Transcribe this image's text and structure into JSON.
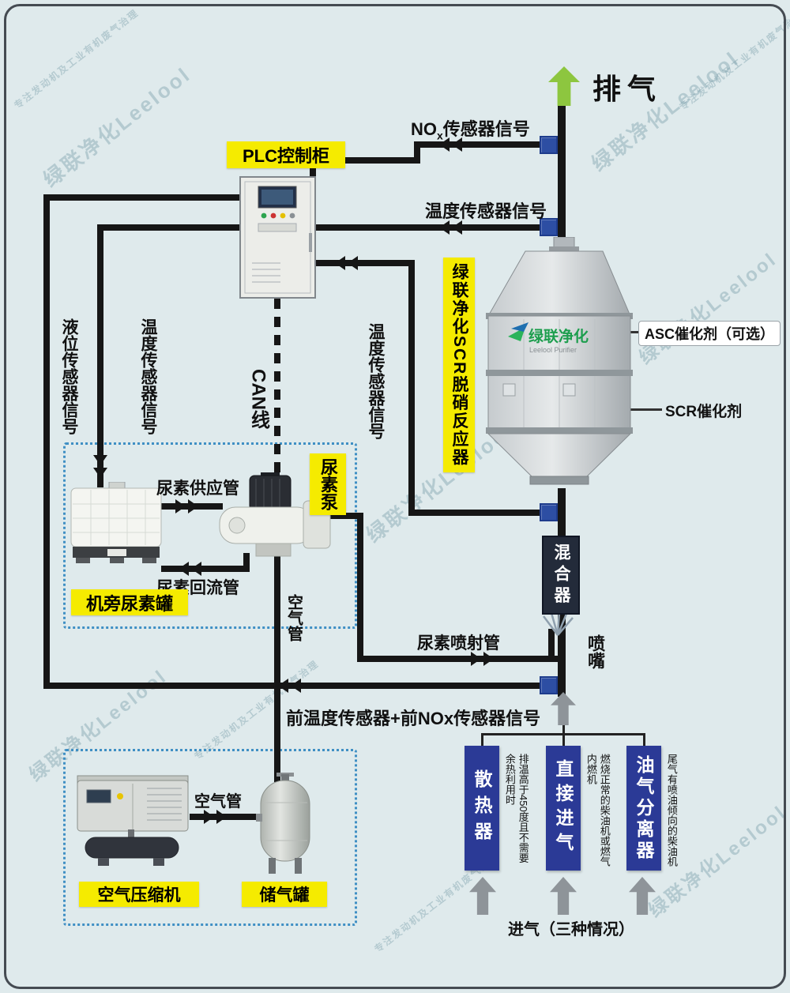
{
  "watermark": {
    "brand": "绿联净化Leelool",
    "slogan": "专注发动机及工业有机废气治理"
  },
  "exhaust_label": "排气",
  "intake_label": "进气（三种情况）",
  "plc": {
    "label": "PLC控制柜"
  },
  "signals": {
    "nox_pre": "NO",
    "nox_sub": "x",
    "nox_post": "传感器信号",
    "temp_top": "温度传感器信号",
    "temp_mid": "温度传感器信号",
    "level_left": "液位传感器信号",
    "temp_left": "温度传感器信号",
    "can_bus": "CAN线",
    "front_combined": "前温度传感器+前NOx传感器信号"
  },
  "reactor": {
    "side_label": "绿联净化SCR脱硝反应器",
    "logo_cn": "绿联净化",
    "logo_en": "Leelool Purifier",
    "asc_label": "ASC催化剂（可选）",
    "scr_label": "SCR催化剂",
    "mixer_label": "混合器",
    "nozzle_label": "喷嘴"
  },
  "urea": {
    "supply_label": "尿素供应管",
    "pump_label": "尿素泵",
    "return_label": "尿素回流管",
    "tank_label": "机旁尿素罐",
    "inject_label": "尿素喷射管"
  },
  "air": {
    "pipe_vertical_label": "空气管",
    "pipe_horizontal_label": "空气管",
    "compressor_label": "空气压缩机",
    "tank_label": "储气罐"
  },
  "intake_options": [
    {
      "name": "散热器",
      "note": "排温高于450度且不需要余热利用时"
    },
    {
      "name": "直接进气",
      "note": "燃烧正常的柴油机或燃气内燃机"
    },
    {
      "name": "油气分离器",
      "note": "尾气有喷油倾向的柴油机"
    }
  ],
  "colors": {
    "background": "#dfeaec",
    "highlight_yellow": "#f5eb00",
    "banner_blue": "#2b3a96",
    "node_blue": "#2d4ea3",
    "exhaust_green": "#8dc63f",
    "line_black": "#161616"
  }
}
